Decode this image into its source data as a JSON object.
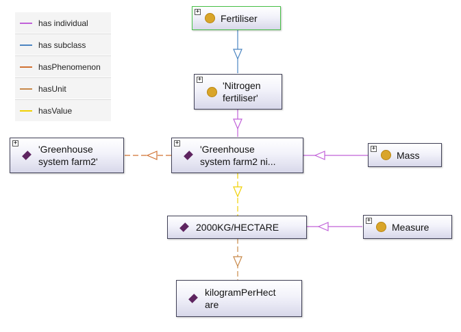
{
  "legend": {
    "items": [
      {
        "label": "has individual",
        "color": "#c060d8"
      },
      {
        "label": "has subclass",
        "color": "#4a84c0"
      },
      {
        "label": "hasPhenomenon",
        "color": "#d07030"
      },
      {
        "label": "hasUnit",
        "color": "#c88848"
      },
      {
        "label": "hasValue",
        "color": "#f0d000"
      }
    ]
  },
  "nodes": {
    "fertiliser": {
      "label": "Fertiliser",
      "icon": "class-icon"
    },
    "nitrogen": {
      "label": "'Nitrogen\nfertiliser'",
      "icon": "class-icon"
    },
    "farm2": {
      "label": "'Greenhouse\nsystem farm2'",
      "icon": "individual-icon"
    },
    "farm2_ni": {
      "label": "'Greenhouse\nsystem farm2 ni...",
      "icon": "individual-icon"
    },
    "mass": {
      "label": "Mass",
      "icon": "class-icon"
    },
    "value": {
      "label": "2000KG/HECTARE",
      "icon": "individual-icon"
    },
    "measure": {
      "label": "Measure",
      "icon": "class-icon"
    },
    "unit": {
      "label": "kilogramPerHect\nare",
      "icon": "individual-icon"
    }
  },
  "edge_colors": {
    "has_individual": "#c060d8",
    "has_subclass": "#4a84c0",
    "hasPhenomenon": "#d07030",
    "hasUnit": "#c88848",
    "hasValue": "#f0d000"
  }
}
